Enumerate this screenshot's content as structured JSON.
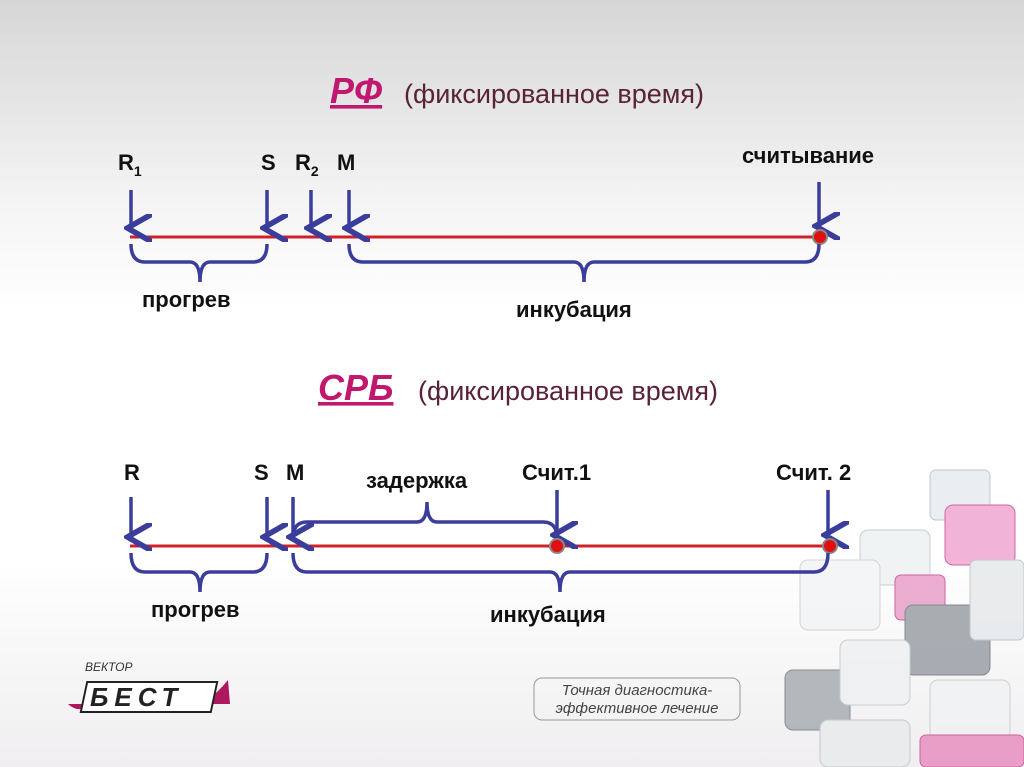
{
  "diagram1": {
    "title_main": "РФ",
    "title_sub": "(фиксированное время)",
    "labels": {
      "r": "R",
      "r1_sub": "1",
      "s": "S",
      "r2": "R",
      "r2_sub": "2",
      "m": "M",
      "read": "считывание"
    },
    "heating": "прогрев",
    "incubation": "инкубация"
  },
  "diagram2": {
    "title_main": "СРБ",
    "title_sub": "(фиксированное время)",
    "labels": {
      "r": "R",
      "s": "S",
      "m": "M",
      "delay": "задержка",
      "read1": "Счит.1",
      "read2": "Счит. 2"
    },
    "heating": "прогрев",
    "incubation": "инкубация"
  },
  "footer": {
    "logo_top": "ВЕКТОР",
    "logo_main": "БЕСТ",
    "slogan_line1": "Точная диагностика-",
    "slogan_line2": "эффективное лечение"
  },
  "colors": {
    "arrow": "#3b3d9a",
    "line": "#d0202a",
    "accent": "#c0186e"
  }
}
